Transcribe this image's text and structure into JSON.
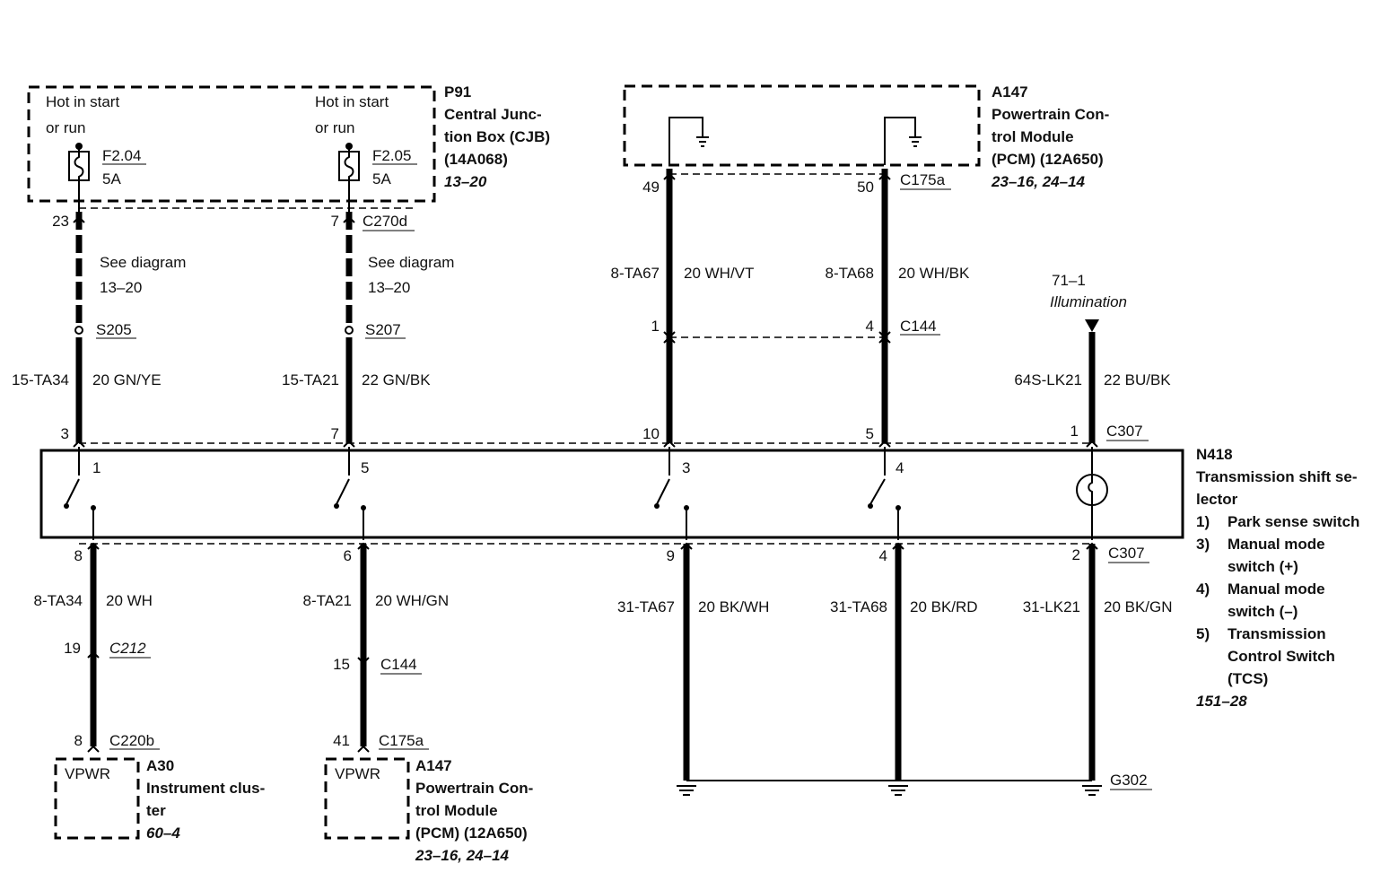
{
  "p91": {
    "id": "P91",
    "name_1": "Central Junc-",
    "name_2": "tion Box (CJB)",
    "part": "(14A068)",
    "ref": "13–20",
    "hot1_a": "Hot in start",
    "hot1_b": "or run",
    "hot2_a": "Hot in start",
    "hot2_b": "or run",
    "fuse1": "F2.04",
    "fuse1_amp": "5A",
    "fuse2": "F2.05",
    "fuse2_amp": "5A"
  },
  "pcm_top": {
    "id": "A147",
    "name_1": "Powertrain Con-",
    "name_2": "trol Module",
    "part": "(PCM) (12A650)",
    "ref": "23–16, 24–14"
  },
  "wire1": {
    "pin_top": "23",
    "see_1": "See diagram",
    "see_2": "13–20",
    "splice": "S205",
    "circuit": "15-TA34",
    "gauge": "20 GN/YE",
    "pin_n418": "3"
  },
  "wire2": {
    "pin_top": "7",
    "connector": "C270d",
    "see_1": "See diagram",
    "see_2": "13–20",
    "splice": "S207",
    "circuit": "15-TA21",
    "gauge": "22 GN/BK",
    "pin_n418": "7"
  },
  "wire3": {
    "pin_pcm": "49",
    "circuit": "8-TA67",
    "gauge": "20 WH/VT",
    "pin_c144": "1",
    "pin_n418": "10"
  },
  "wire4": {
    "pin_pcm": "50",
    "connector_pcm": "C175a",
    "circuit": "8-TA68",
    "gauge": "20 WH/BK",
    "pin_c144": "4",
    "connector_c144": "C144",
    "pin_n418": "5"
  },
  "wire5": {
    "ref_1": "71–1",
    "ref_2": "Illumination",
    "circuit": "64S-LK21",
    "gauge": "22 BU/BK",
    "pin_n418": "1",
    "connector": "C307"
  },
  "n418": {
    "id": "N418",
    "name_1": "Transmission shift se-",
    "name_2": "lector",
    "legend": [
      {
        "num": "1)",
        "l1": "Park sense switch",
        "l2": ""
      },
      {
        "num": "3)",
        "l1": "Manual mode",
        "l2": "switch (+)"
      },
      {
        "num": "4)",
        "l1": "Manual mode",
        "l2": "switch (–)"
      },
      {
        "num": "5)",
        "l1": "Transmission",
        "l2": "Control Switch",
        "l3": "(TCS)"
      }
    ],
    "ref": "151–28",
    "sw_pins": [
      "1",
      "5",
      "3",
      "4"
    ]
  },
  "bottom1": {
    "pin_n418": "8",
    "circuit": "8-TA34",
    "gauge": "20 WH",
    "pin_c212": "19",
    "connector_c212": "C212",
    "pin_a30": "8",
    "connector_a30": "C220b",
    "box_label": "VPWR",
    "mod_id": "A30",
    "mod_1": "Instrument clus-",
    "mod_2": "ter",
    "mod_ref": "60–4"
  },
  "bottom2": {
    "pin_n418": "6",
    "circuit": "8-TA21",
    "gauge": "20 WH/GN",
    "pin_c144": "15",
    "connector_c144": "C144",
    "pin_pcm": "41",
    "connector_pcm": "C175a",
    "box_label": "VPWR",
    "mod_id": "A147",
    "mod_1": "Powertrain Con-",
    "mod_2": "trol Module",
    "mod_3": "(PCM) (12A650)",
    "mod_ref": "23–16, 24–14"
  },
  "bottom3": {
    "pin": "9",
    "circuit": "31-TA67",
    "gauge": "20 BK/WH"
  },
  "bottom4": {
    "pin": "4",
    "circuit": "31-TA68",
    "gauge": "20 BK/RD"
  },
  "bottom5": {
    "pin": "2",
    "connector": "C307",
    "circuit": "31-LK21",
    "gauge": "20 BK/GN"
  },
  "ground": {
    "label": "G302"
  }
}
